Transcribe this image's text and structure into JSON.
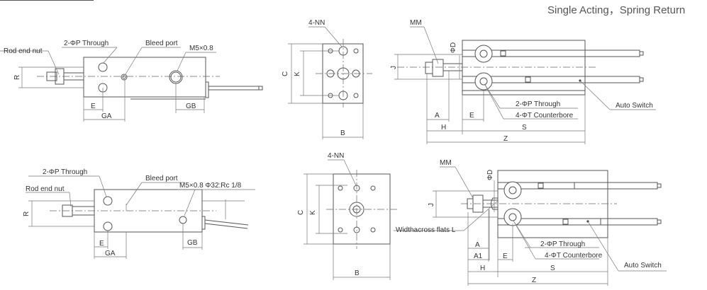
{
  "title": "Single Acting，Spring Return",
  "top_left_view": {
    "rod_end_nut": "Rod end nut",
    "through": "2-ΦP  Through",
    "bleed_port": "Bleed port",
    "port": "M5×0.8",
    "R": "R",
    "E": "E",
    "GA": "GA",
    "GB": "GB"
  },
  "top_mid_view": {
    "nn": "4-NN",
    "C": "C",
    "K": "K",
    "B": "B"
  },
  "top_right_view": {
    "MM": "MM",
    "D": "ΦD",
    "J": "J",
    "through": "2-ΦP  Through",
    "counterbore": "4-ΦT  Counterbore",
    "auto_switch": "Auto Switch",
    "A": "A",
    "E": "E",
    "H": "H",
    "S": "S",
    "Z": "Z"
  },
  "bottom_left_view": {
    "through": "2-ΦP  Through",
    "bleed_port": "Bleed port",
    "port": "M5×0.8  Φ32:Rc 1/8",
    "rod_end_nut": "Rod end nut",
    "R": "R",
    "E": "E",
    "GA": "GA",
    "GB": "GB"
  },
  "bottom_mid_view": {
    "nn": "4-NN",
    "C": "C",
    "K": "K",
    "B": "B"
  },
  "bottom_right_view": {
    "MM": "MM",
    "D": "ΦD",
    "J": "J",
    "flats": "Widthacross flats  L",
    "A": "A",
    "A1": "A1",
    "H": "H",
    "E": "E",
    "through": "2-ΦP  Through",
    "counterbore": "4-ΦT  Counterbore",
    "auto_switch": "Auto Switch",
    "S": "S",
    "Z": "Z"
  }
}
